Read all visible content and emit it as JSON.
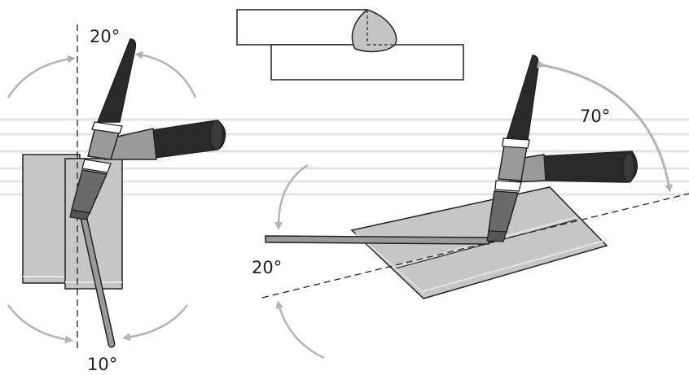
{
  "labels": {
    "left_top_angle": "20°",
    "left_bottom_angle": "10°",
    "right_torch_angle": "70°",
    "right_rod_angle": "20°"
  },
  "colors": {
    "line": "#222222",
    "plate_fill": "#c6c6c6",
    "plate_edge": "#d8d8d8",
    "torch_body": "#9a9a9a",
    "handle": "#2a2a2a",
    "cup": "#6a6a6a",
    "arrow": "#b4b4b4",
    "stripe": "#e4e4e4",
    "weld_bead": "#c4c4c4"
  },
  "icons": [
    "tig-torch-icon",
    "filler-rod-icon",
    "curved-arrow-icon"
  ]
}
